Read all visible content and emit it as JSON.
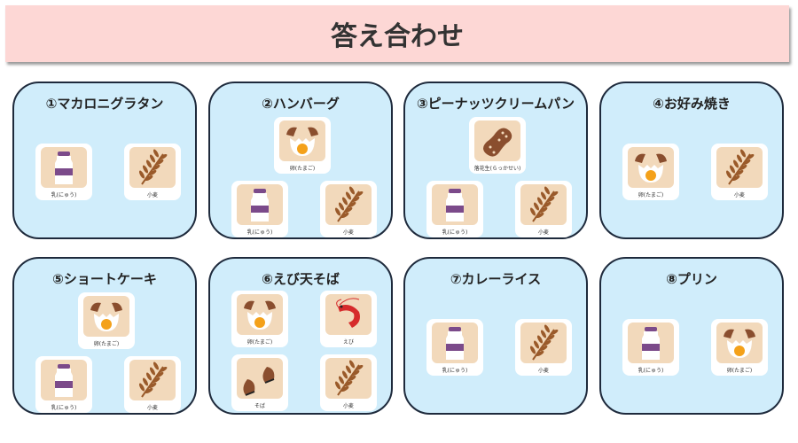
{
  "title": "答え合わせ",
  "labels": {
    "milk": "乳(にゅう)",
    "wheat": "小麦",
    "egg": "卵(たまご)",
    "peanut": "落花生(らっかせい)",
    "shrimp": "えび",
    "soba": "そば"
  },
  "cards": [
    {
      "title": "①マカロニグラタン",
      "allergens": [
        "milk",
        "wheat"
      ]
    },
    {
      "title": "②ハンバーグ",
      "allergens": [
        "egg",
        "milk",
        "wheat"
      ]
    },
    {
      "title": "③ピーナッツクリームパン",
      "allergens": [
        "peanut",
        "milk",
        "wheat"
      ]
    },
    {
      "title": "④お好み焼き",
      "allergens": [
        "egg",
        "wheat"
      ]
    },
    {
      "title": "⑤ショートケーキ",
      "allergens": [
        "egg",
        "milk",
        "wheat"
      ]
    },
    {
      "title": "⑥えび天そば",
      "allergens": [
        "egg",
        "shrimp",
        "soba",
        "wheat"
      ]
    },
    {
      "title": "⑦カレーライス",
      "allergens": [
        "milk",
        "wheat"
      ]
    },
    {
      "title": "⑧プリン",
      "allergens": [
        "milk",
        "egg"
      ]
    }
  ],
  "colors": {
    "header": "#fdd7d5",
    "card": "#d0edfb",
    "border": "#1e2a3c",
    "tile": "#f2d9bb"
  }
}
